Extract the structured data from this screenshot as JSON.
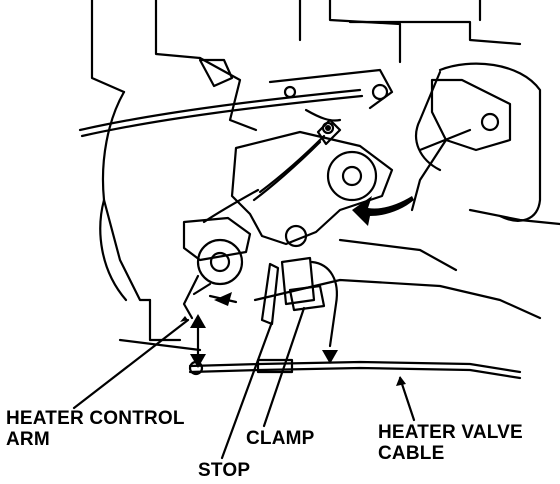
{
  "diagram": {
    "callouts": {
      "heater_control_arm": [
        "HEATER CONTROL",
        "ARM"
      ],
      "clamp": "CLAMP",
      "stop": "STOP",
      "heater_valve_cable": [
        "HEATER VALVE",
        "CABLE"
      ]
    }
  }
}
